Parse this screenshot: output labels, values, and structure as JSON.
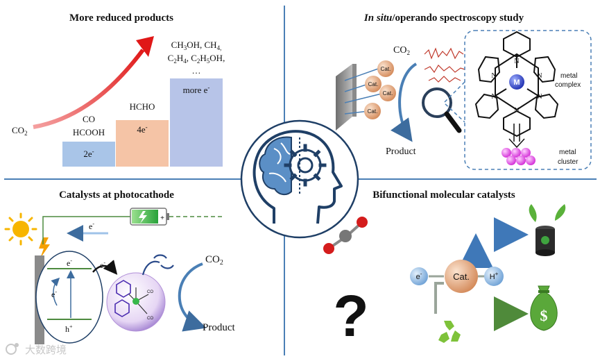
{
  "colors": {
    "divider": "#4a7fb5",
    "bar_blue": "#a9c5e8",
    "bar_orange": "#f5c4a6",
    "bar_purple": "#b7c4e8",
    "arrow_red": "#e23a3a",
    "cat_ball": "#e8b088",
    "head_outline": "#1f3f66",
    "brain_blue": "#5b8fc6",
    "metal_blue": "#3a4fd0",
    "cluster_pink": "#e84de8",
    "battery_green": "#38b84a"
  },
  "quadrant_tl": {
    "title": "More reduced products",
    "co2": "CO2",
    "bar1_top": "CO",
    "bar1_sub": "HCOOH",
    "bar1_label": "2e-",
    "bar2_top": "HCHO",
    "bar2_label": "4e-",
    "bar3_top_line1": "CH3OH, CH4,",
    "bar3_top_line2": "C2H4, C2H5OH,",
    "bar3_top_line3": "…",
    "bar3_label": "more e-"
  },
  "quadrant_tr": {
    "title_italic": "In situ",
    "title_rest": "/operando spectroscopy study",
    "co2": "CO2",
    "cat_label": "Cat.",
    "product": "Product",
    "metal_symbol": "M",
    "metal_complex_line1": "metal",
    "metal_complex_line2": "complex",
    "metal_cluster_line1": "metal",
    "metal_cluster_line2": "cluster"
  },
  "quadrant_bl": {
    "title": "Catalysts at photocathode",
    "electron_top": "e-",
    "electron_cb": "e-",
    "electron_left": "e-",
    "electron_transfer": "e-",
    "hole": "h+",
    "co2": "CO2",
    "product": "Product",
    "ligand_co": "CO",
    "battery_plus": "+"
  },
  "quadrant_br": {
    "title": "Bifunctional molecular catalysts",
    "electron": "e-",
    "cat_label": "Cat.",
    "proton": "H+",
    "question_mark": "?",
    "dollar": "$"
  },
  "watermark": "大数跨境"
}
